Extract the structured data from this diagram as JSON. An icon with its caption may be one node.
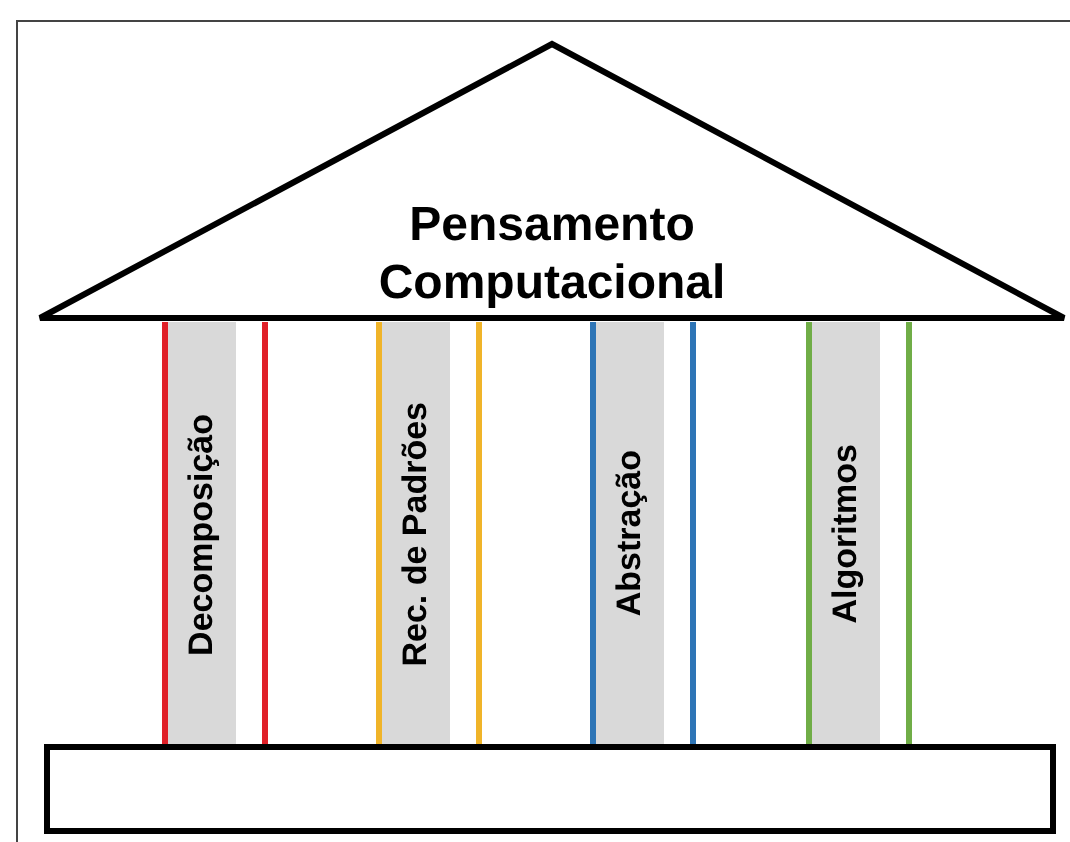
{
  "diagram": {
    "nodes": [
      {
        "text": [
          "Pensamento Computacional"
        ]
      },
      {
        "text": [
          "Decomposição"
        ]
      },
      {
        "text": [
          "Rec. de Padrões"
        ]
      },
      {
        "text": [
          "Abstração"
        ]
      },
      {
        "text": [
          "Algoritmos"
        ]
      },
      {
        "text": [],
        "shape": "box"
      }
    ]
  }
}
